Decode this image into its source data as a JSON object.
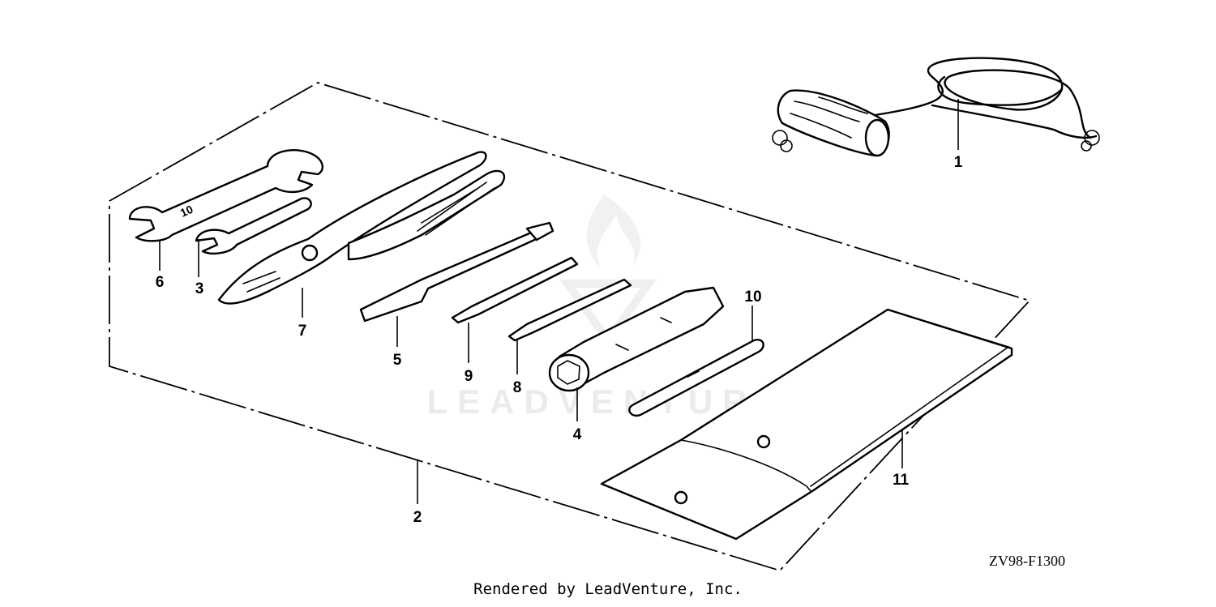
{
  "diagram": {
    "code": "ZV98-F1300",
    "footer": "Rendered by LeadVenture, Inc.",
    "watermark": "LEADVENTURE",
    "callouts": [
      "1",
      "2",
      "3",
      "4",
      "5",
      "6",
      "7",
      "8",
      "9",
      "10",
      "11"
    ],
    "wrench_size_label": "10"
  }
}
